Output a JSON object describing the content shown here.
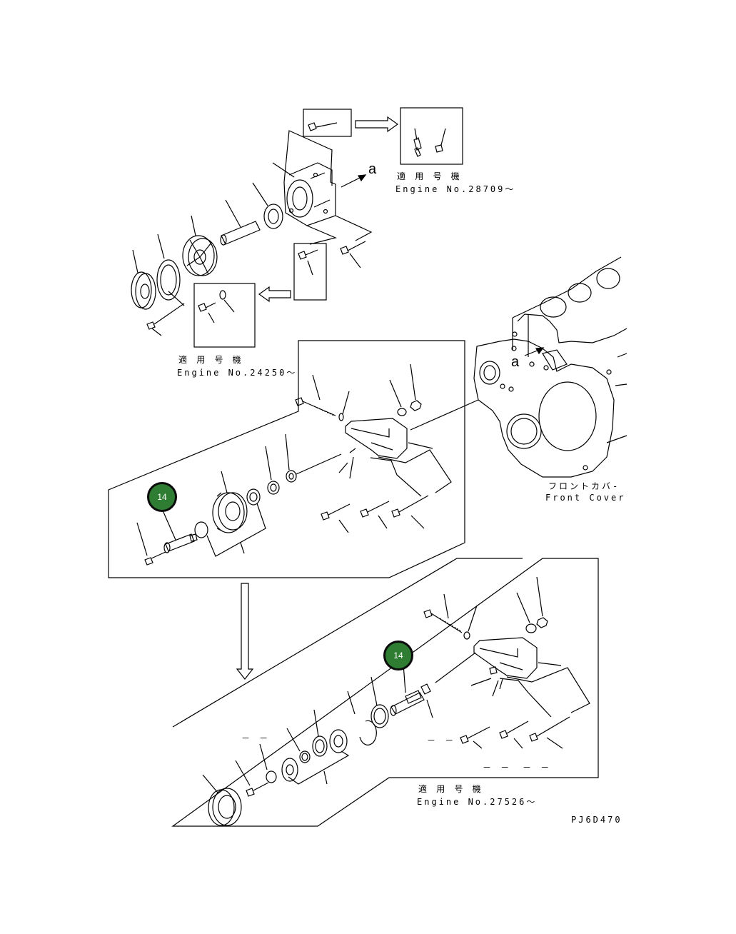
{
  "labels": {
    "applicable_jp": "適 用 号 機",
    "engine_28709": "Engine No.28709～",
    "engine_24250": "Engine No.24250～",
    "engine_27526": "Engine No.27526～",
    "front_cover_jp": "フロントカバ-",
    "front_cover_en": "Front Cover",
    "drawing_code": "PJ6D470",
    "view_a": "a",
    "dash": "－ －"
  },
  "callouts": {
    "part_upper": "14",
    "part_lower": "14"
  }
}
